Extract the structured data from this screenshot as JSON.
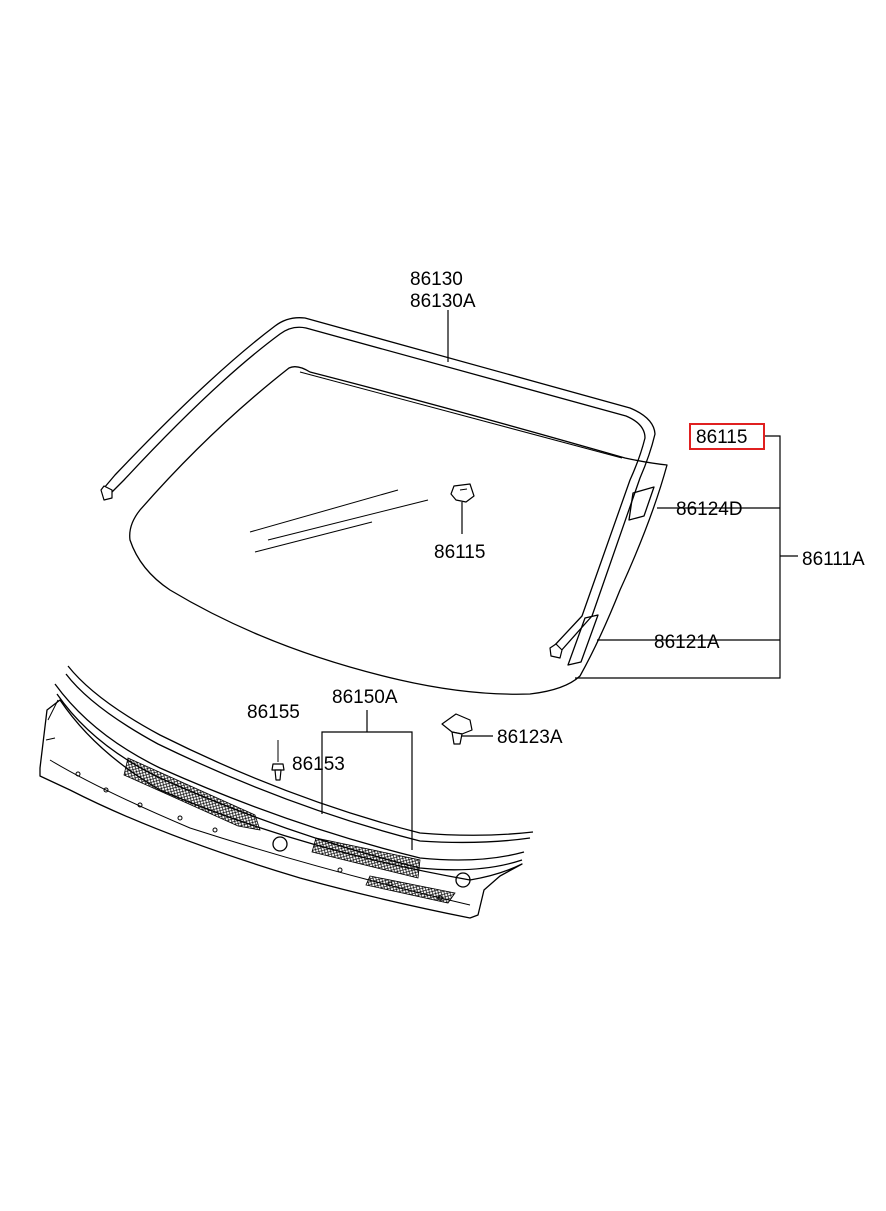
{
  "labels": {
    "molding_1": "86130",
    "molding_2": "86130A",
    "clip_highlighted": "86115",
    "clip_on_glass": "86115",
    "sticker_d": "86124D",
    "glass_assy": "86111A",
    "sticker_a": "86121A",
    "cowl_panel": "86150A",
    "screw": "86155",
    "cowl_seal": "86153",
    "fastener": "86123A"
  },
  "highlight_color": "#e02020"
}
